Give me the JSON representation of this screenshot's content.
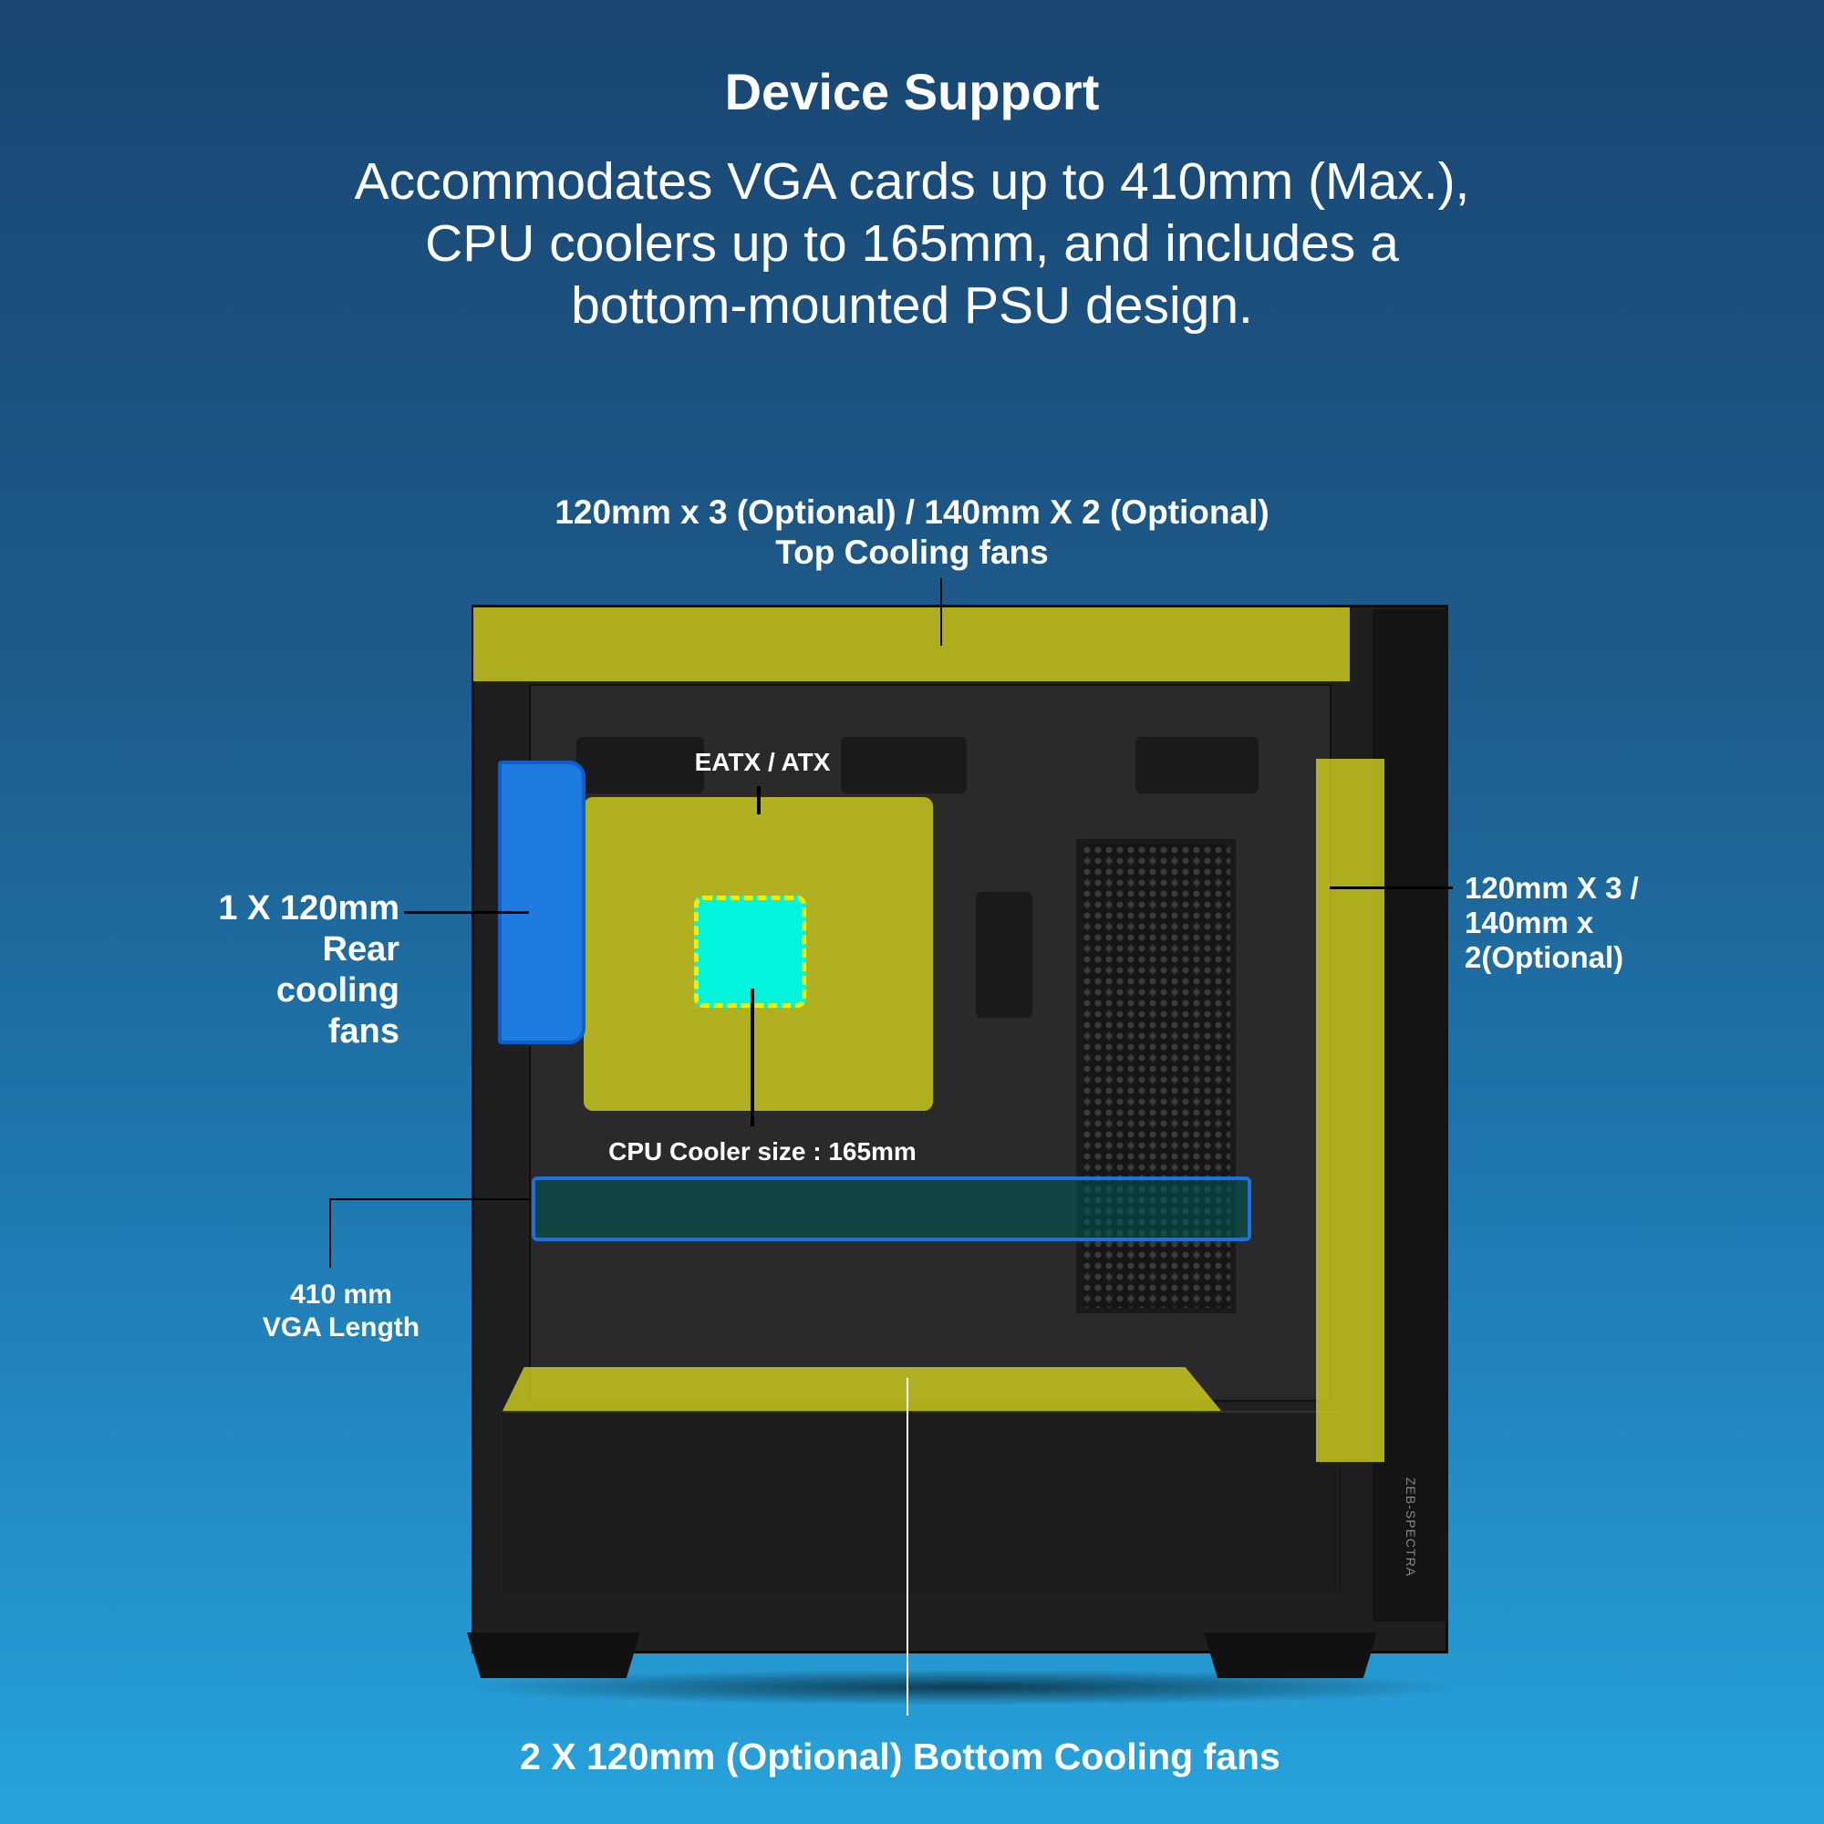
{
  "header": {
    "title": "Device Support",
    "subtitle_lines": [
      "Accommodates VGA cards up to 410mm (Max.),",
      "CPU coolers up to 165mm, and includes a",
      "bottom-mounted PSU design."
    ]
  },
  "labels": {
    "top_fans": [
      "120mm x 3 (Optional) /  140mm X 2 (Optional)",
      "Top Cooling fans"
    ],
    "motherboard": "EATX / ATX",
    "cpu_cooler": "CPU Cooler size :  165mm",
    "rear_fan": [
      "1 X 120mm",
      "Rear",
      "cooling",
      "fans"
    ],
    "vga": [
      "410 mm",
      "VGA Length"
    ],
    "front_fans": [
      "120mm X 3 /",
      "140mm x",
      "2(Optional)"
    ],
    "bottom_fans": "2 X 120mm (Optional) Bottom Cooling fans"
  },
  "product": {
    "brand": "ZEB-SPECTRA"
  },
  "colors": {
    "highlight_yellow": "#d6d61e",
    "cpu_cyan": "#00f5dc",
    "fan_blue": "#1e7be0"
  }
}
